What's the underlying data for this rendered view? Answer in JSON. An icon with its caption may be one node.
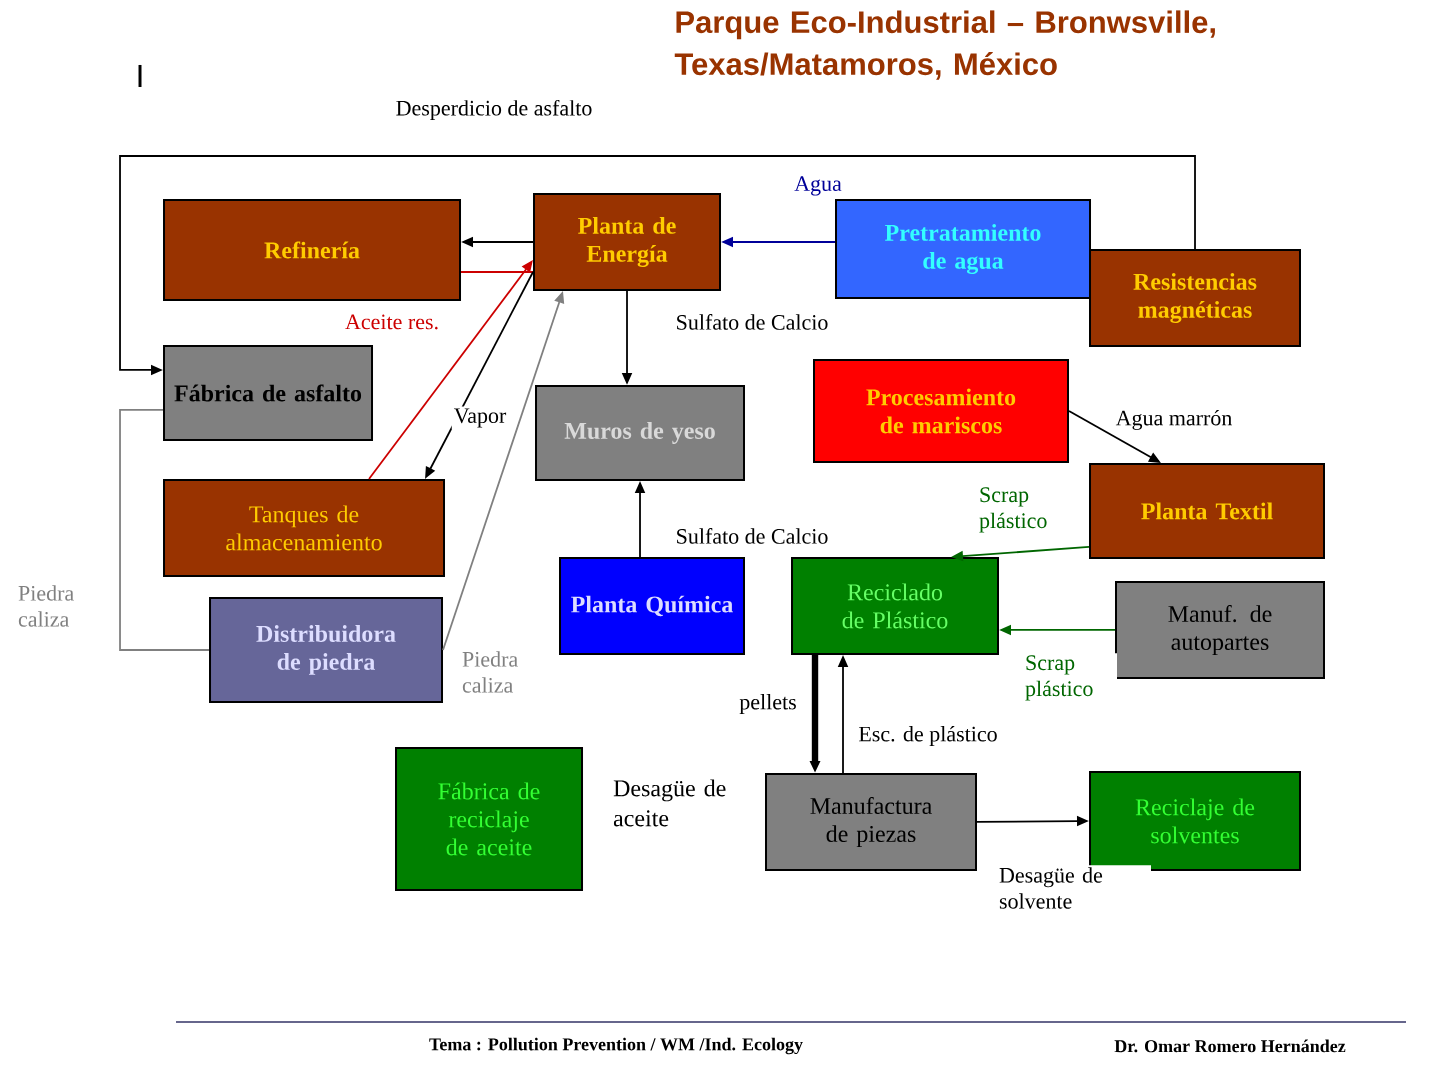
{
  "diagram": {
    "title": "Parque Eco-Industrial – Bronwsville, Texas/Matamoros, México",
    "nodes": [
      {
        "text": [
          "Refinería"
        ]
      },
      {
        "text": [
          "Planta de Energía"
        ]
      },
      {
        "text": [
          "Pretratamiento de agua"
        ]
      },
      {
        "text": [
          "Resistencias magnéticas"
        ]
      },
      {
        "text": [
          "Fábrica de asfalto"
        ]
      },
      {
        "text": [
          "Muros de yeso"
        ]
      },
      {
        "text": [
          "Procesamiento de mariscos"
        ]
      },
      {
        "text": [
          "Planta Textil"
        ]
      },
      {
        "text": [
          "Tanques de almacenamiento"
        ]
      },
      {
        "text": [
          "Planta Química"
        ]
      },
      {
        "text": [
          "Reciclado de Plástico"
        ]
      },
      {
        "text": [
          "Manuf. de autopartes"
        ]
      },
      {
        "text": [
          "Distribuidora de piedra"
        ]
      },
      {
        "text": [
          "Fábrica de reciclaje de aceite"
        ],
        "beside": [
          "Desagüe de aceite"
        ]
      },
      {
        "text": [
          "Manufactura de piezas"
        ]
      },
      {
        "text": [
          "Reciclaje de solventes"
        ]
      }
    ],
    "edges": [
      {
        "from": 1,
        "to": 0,
        "arrow": "to"
      },
      {
        "from": 0,
        "to": 1,
        "arrow": "none",
        "color": "#cc0000"
      },
      {
        "from": 8,
        "to": 1,
        "arrow": "to",
        "label": "Aceite res.",
        "color": "#cc0000"
      },
      {
        "from": 1,
        "to": 8,
        "arrow": "to",
        "label": "Vapor"
      },
      {
        "from": 12,
        "to": 1,
        "arrow": "to",
        "label": "Piedra caliza",
        "color": "#808080"
      },
      {
        "from": 2,
        "to": 1,
        "arrow": "to",
        "label": "Agua",
        "color": "#000099"
      },
      {
        "from": 3,
        "to": 4,
        "arrow": "to",
        "label": "Desperdicio de asfalto"
      },
      {
        "from": 4,
        "to": 12,
        "arrow": "none",
        "label": "Piedra caliza",
        "color": "#808080"
      },
      {
        "from": 1,
        "to": 5,
        "arrow": "to",
        "label": "Sulfato de Calcio"
      },
      {
        "from": 9,
        "to": 5,
        "arrow": "to",
        "label": "Sulfato de Calcio"
      },
      {
        "from": 6,
        "to": 7,
        "arrow": "to",
        "label": "Agua marrón"
      },
      {
        "from": 7,
        "to": 10,
        "arrow": "to",
        "label": "Scrap plástico",
        "color": "#006600"
      },
      {
        "from": 11,
        "to": 10,
        "arrow": "to",
        "label": "Scrap plástico",
        "color": "#006600"
      },
      {
        "from": 10,
        "to": 14,
        "arrow": "to",
        "label": "pellets",
        "style": "thick"
      },
      {
        "from": 14,
        "to": 10,
        "arrow": "to",
        "label": "Esc. de plástico"
      },
      {
        "from": 14,
        "to": 15,
        "arrow": "to",
        "label": "Desagüe de solvente"
      }
    ],
    "labels": [
      "I",
      "Tema : Pollution Prevention / WM /Ind. Ecology",
      "Dr. Omar Romero Hernández"
    ]
  }
}
